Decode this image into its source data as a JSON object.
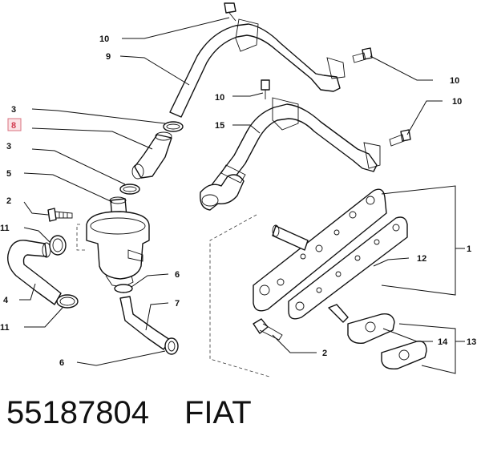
{
  "callouts": {
    "c10a": "10",
    "c9": "9",
    "c10b": "10",
    "c10c": "10",
    "c10d": "10",
    "c15": "15",
    "c3a": "3",
    "c8": "8",
    "c3b": "3",
    "c5": "5",
    "c2a": "2",
    "c11a": "11",
    "c4": "4",
    "c11b": "11",
    "c6a": "6",
    "c7": "7",
    "c6b": "6",
    "c1": "1",
    "c12": "12",
    "c2b": "2",
    "c14": "14",
    "c13": "13"
  },
  "footer": {
    "part_number": "55187804",
    "brand": "FIAT"
  },
  "colors": {
    "line": "#111111",
    "highlight_box": "#fbe3e6",
    "highlight_text": "#d23a4f"
  }
}
